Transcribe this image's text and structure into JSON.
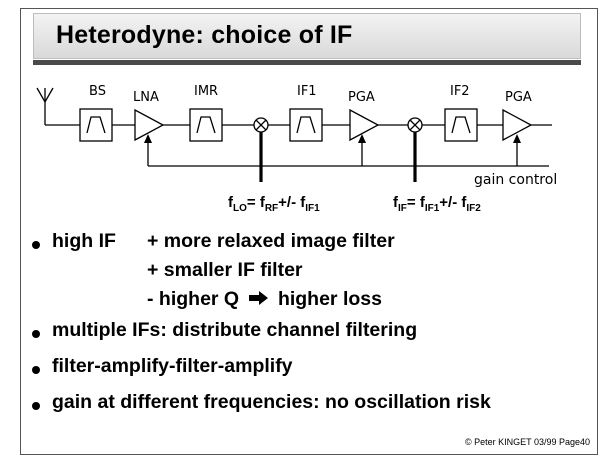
{
  "slide": {
    "title": "Heterodyne: choice of IF",
    "footer": "© Peter KINGET  03/99 Page40"
  },
  "diagram": {
    "blocks": [
      "BS",
      "LNA",
      "IMR",
      "IF1",
      "PGA",
      "IF2",
      "PGA"
    ],
    "gain_control": "gain control",
    "formula_lo": {
      "f": "f",
      "lo": "LO",
      "eq": "= f",
      "rf": "RF",
      "op": "+/- f",
      "if1": "IF1"
    },
    "formula_if": {
      "f": "f",
      "if": "IF",
      "eq": "= f",
      "if1": "IF1",
      "op": "+/- f",
      "if2": "IF2"
    }
  },
  "bullets": {
    "b1_lead": "high IF",
    "b1_l1": "+ more relaxed image filter",
    "b1_l2": "+ smaller IF filter",
    "b1_l3a": "- higher Q",
    "b1_l3b": "higher loss",
    "b2": "multiple IFs: distribute channel filtering",
    "b3": "filter-amplify-filter-amplify",
    "b4": "gain at different frequencies: no oscillation risk"
  }
}
